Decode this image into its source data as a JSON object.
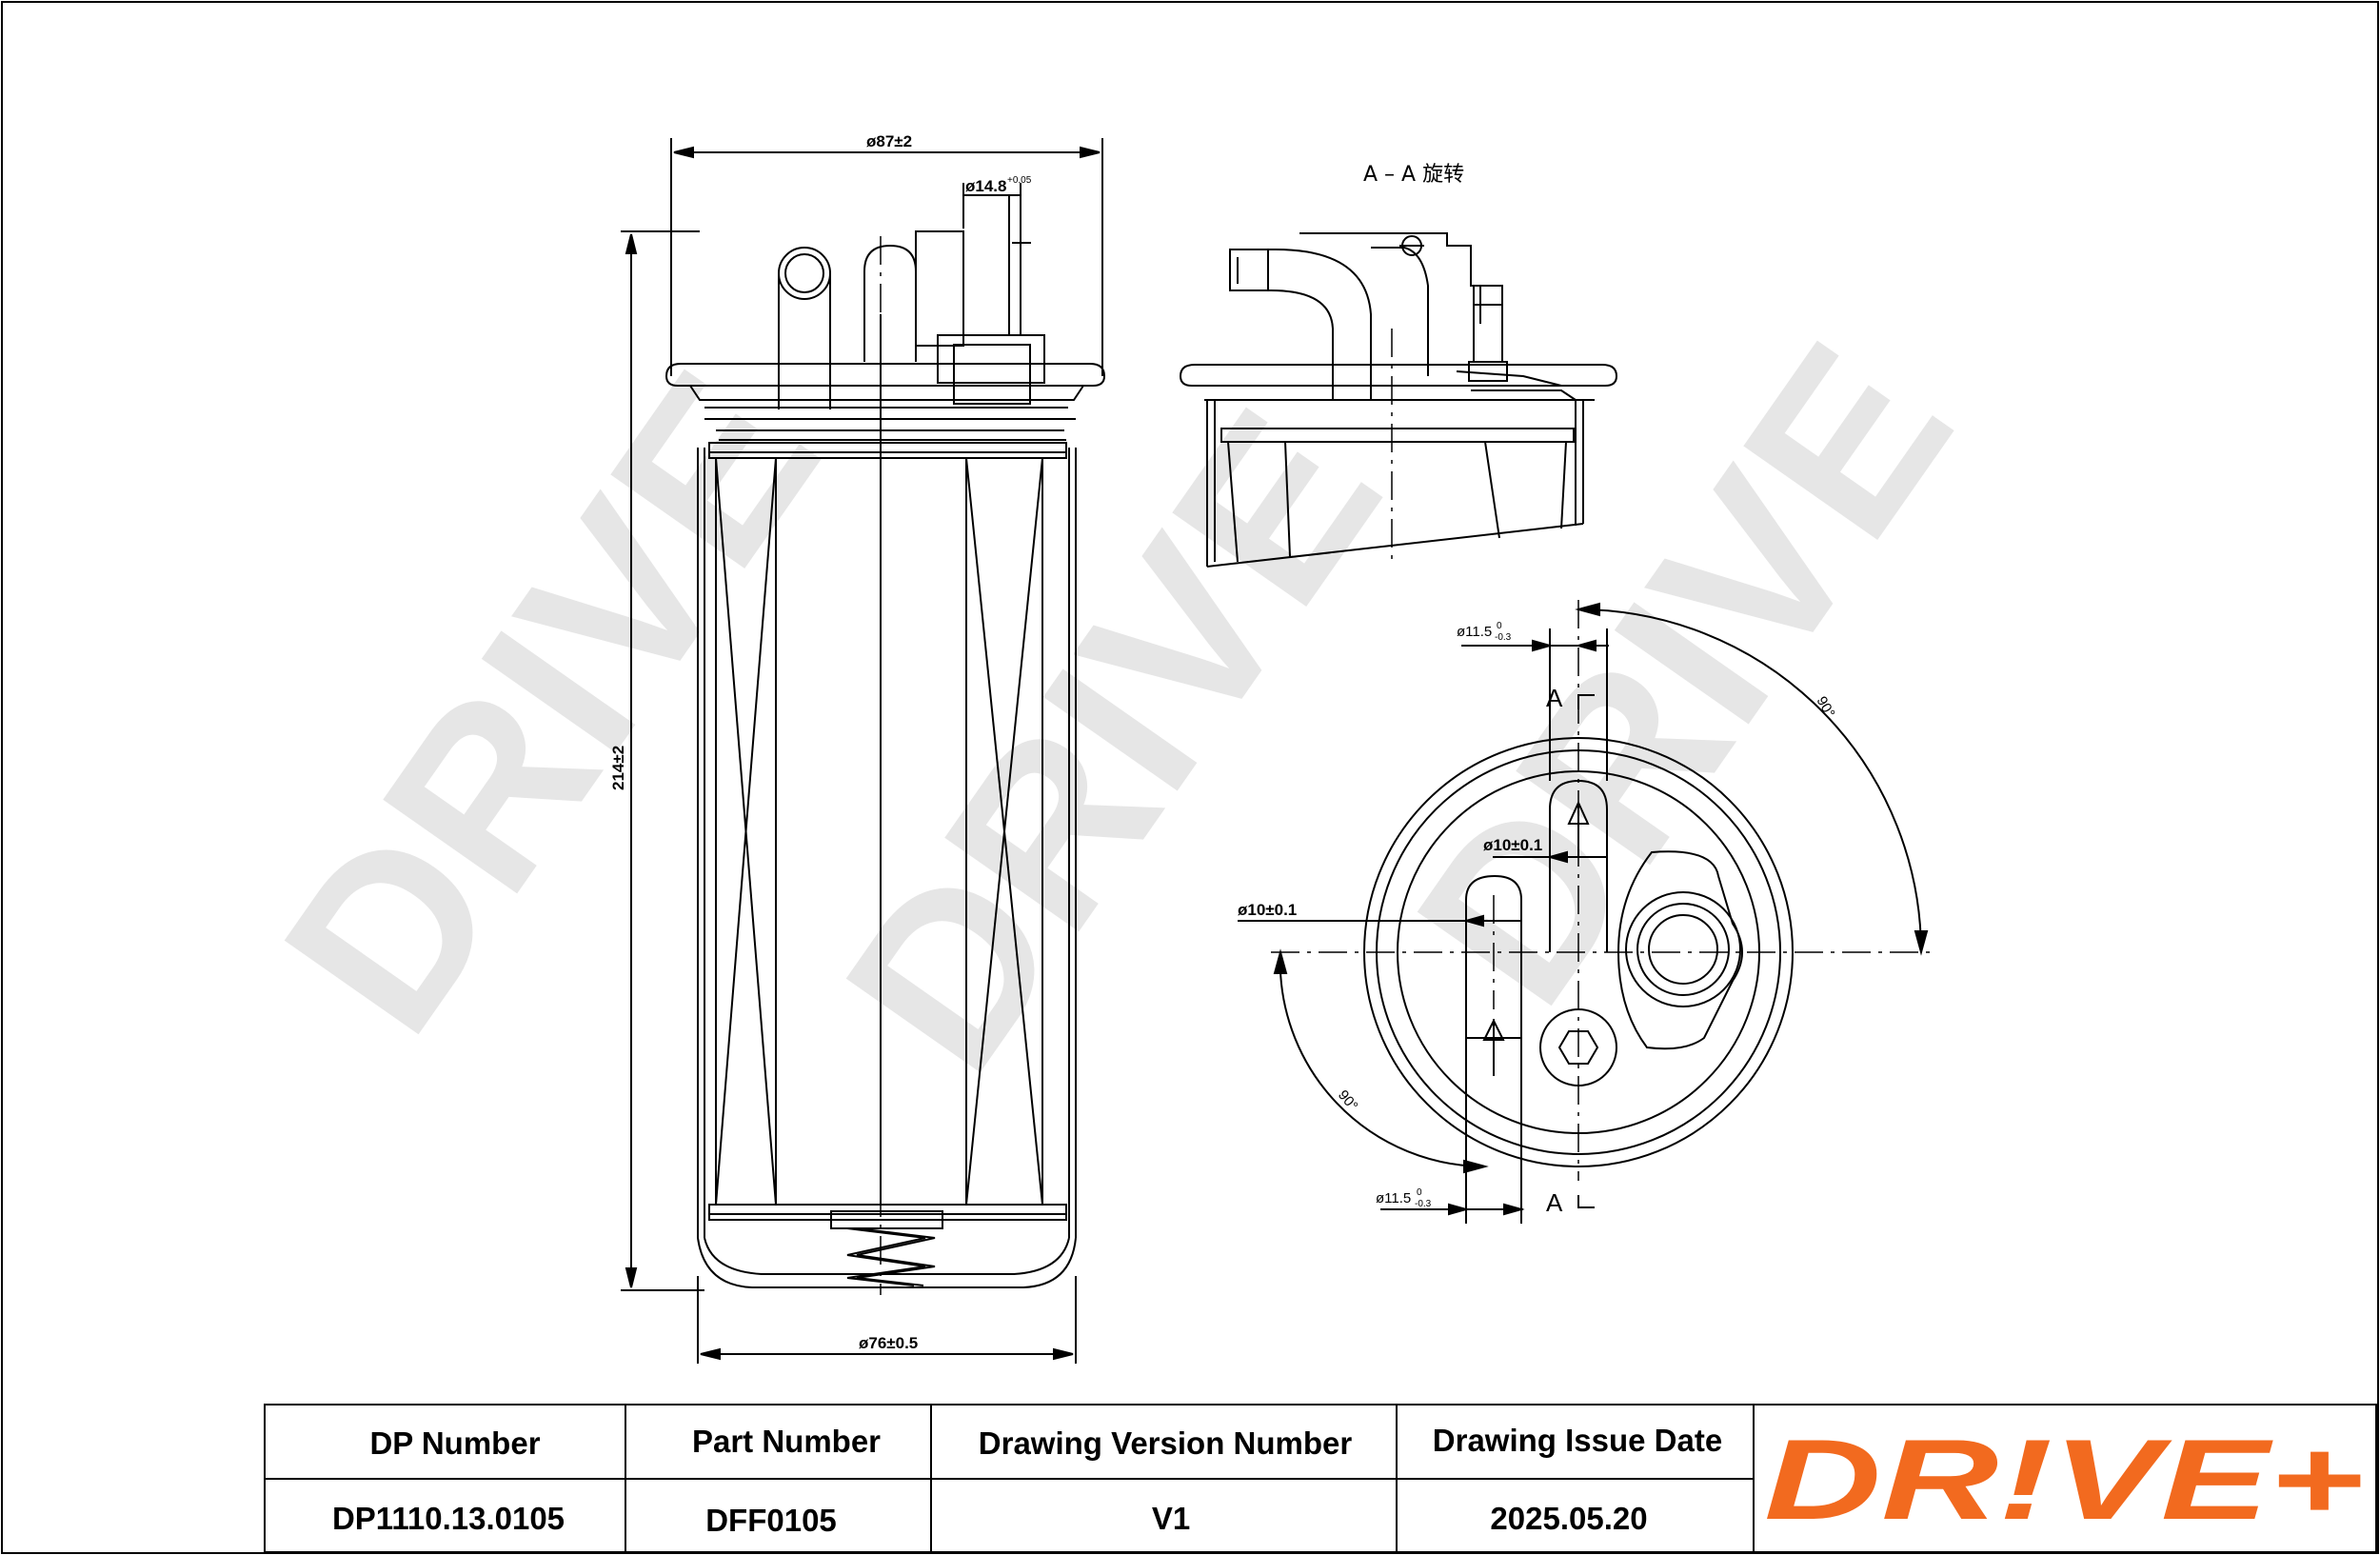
{
  "watermark": {
    "text": "DRIVE"
  },
  "section_label": "A – A 旋转",
  "section_markers": [
    "A",
    "A"
  ],
  "dimensions": {
    "top_width": "ø87±2",
    "outlet": "ø14.8",
    "outlet_tolerance": "+0.05",
    "height": "214±2",
    "bottom_width": "ø76±0.5",
    "pipe_a": "ø11.5",
    "pipe_a_tol_upper": "0",
    "pipe_a_tol_lower": "-0.3",
    "pipe_b": "ø11.5",
    "pipe_b_tol_upper": "0",
    "pipe_b_tol_lower": "-0.3",
    "port_1": "ø10±0.1",
    "port_2": "ø10±0.1",
    "angle_1": "90°",
    "angle_2": "90°"
  },
  "title_block": {
    "headers": [
      "DP Number",
      "Part Number",
      "Drawing Version Number",
      "Drawing Issue Date"
    ],
    "values": [
      "DP1110.13.0105",
      "DFF0105",
      "V1",
      "2025.05.20"
    ]
  },
  "logo": {
    "text": "DR!VE+",
    "color": "#f26a1f"
  }
}
